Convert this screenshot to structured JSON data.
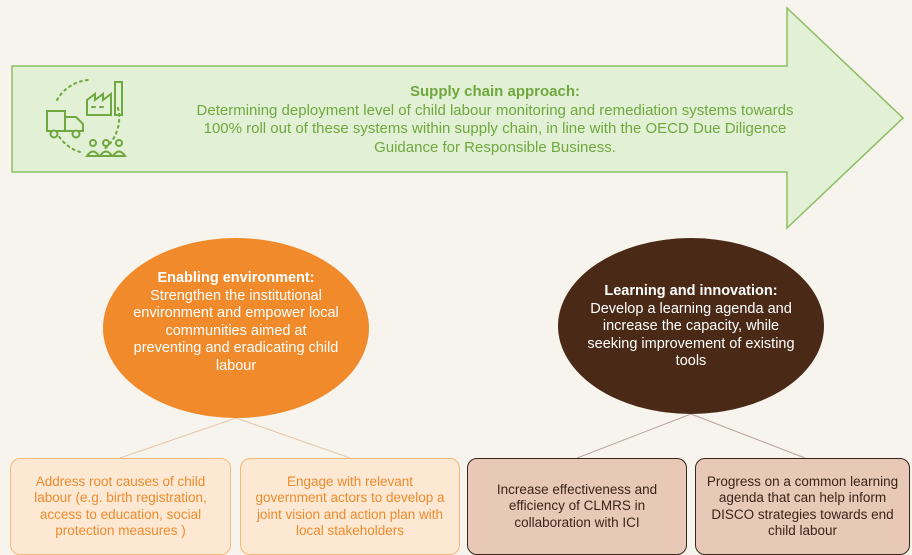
{
  "supply_chain": {
    "title": "Supply chain approach:",
    "description": "Determining deployment level of child labour monitoring and remediation systems towards 100% roll out of these systems within supply chain, in line with the OECD Due Diligence Guidance for Responsible Business.",
    "icon": "supply-chain-icon",
    "color": "#6fa83e",
    "fill": "#e2f0d5"
  },
  "enabling": {
    "title": "Enabling environment:",
    "description": "Strengthen the institutional environment and empower local communities aimed at preventing and eradicating child labour",
    "color": "#f08a2b",
    "boxes": [
      "Address root causes of child labour (e.g. birth registration, access to education, social protection measures )",
      "Engage with relevant government actors to develop a joint vision and action plan with local stakeholders"
    ]
  },
  "learning": {
    "title": "Learning and innovation:",
    "description": "Develop a learning agenda and increase the capacity, while seeking improvement of existing tools",
    "color": "#4a2a16",
    "boxes": [
      "Increase effectiveness and efficiency of CLMRS in collaboration with ICI",
      "Progress on a common learning agenda that can help inform DISCO strategies towards end child labour"
    ]
  }
}
